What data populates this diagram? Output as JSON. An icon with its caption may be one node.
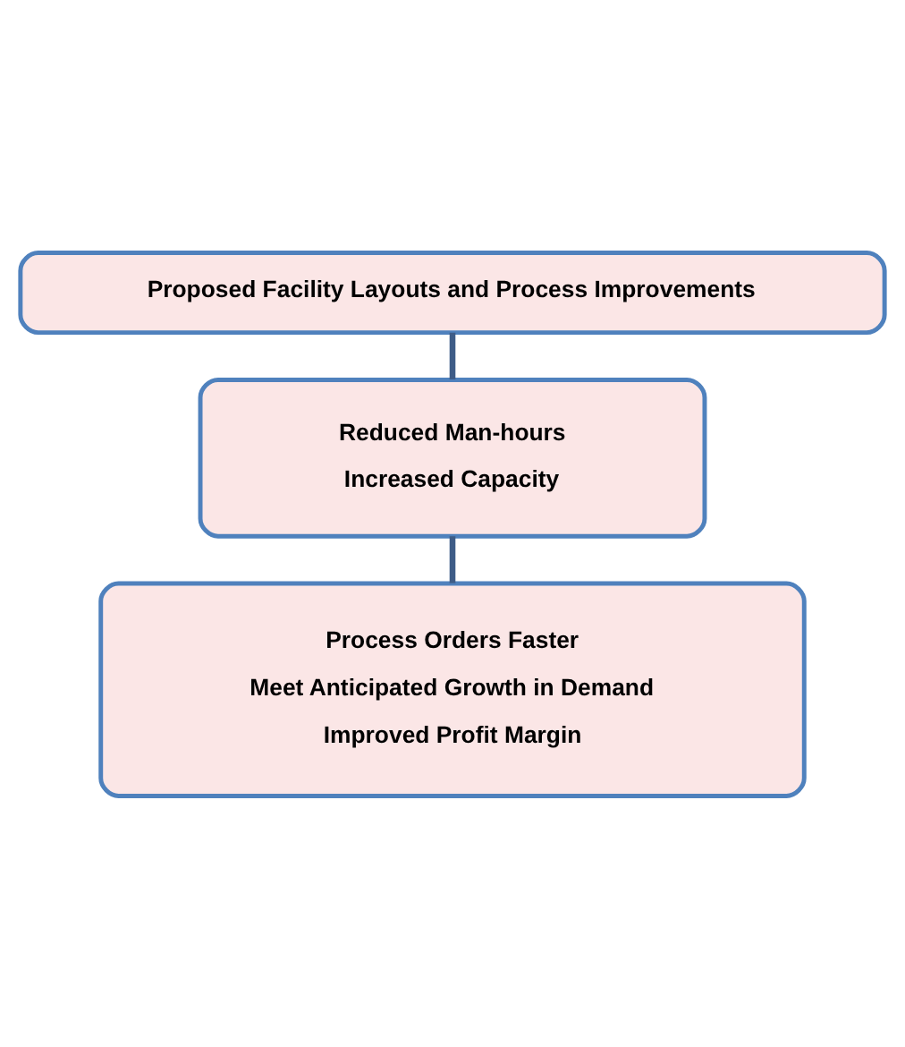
{
  "diagram": {
    "nodes": [
      {
        "text": [
          "Proposed Facility Layouts and Process Improvements"
        ]
      },
      {
        "text": [
          "Reduced Man-hours",
          "Increased Capacity"
        ]
      },
      {
        "text": [
          "Process Orders Faster",
          "Meet Anticipated Growth in Demand",
          "Improved Profit Margin"
        ]
      }
    ],
    "edges": [
      {
        "from": 0,
        "to": 1,
        "arrow": "none"
      },
      {
        "from": 1,
        "to": 2,
        "arrow": "none"
      }
    ]
  }
}
